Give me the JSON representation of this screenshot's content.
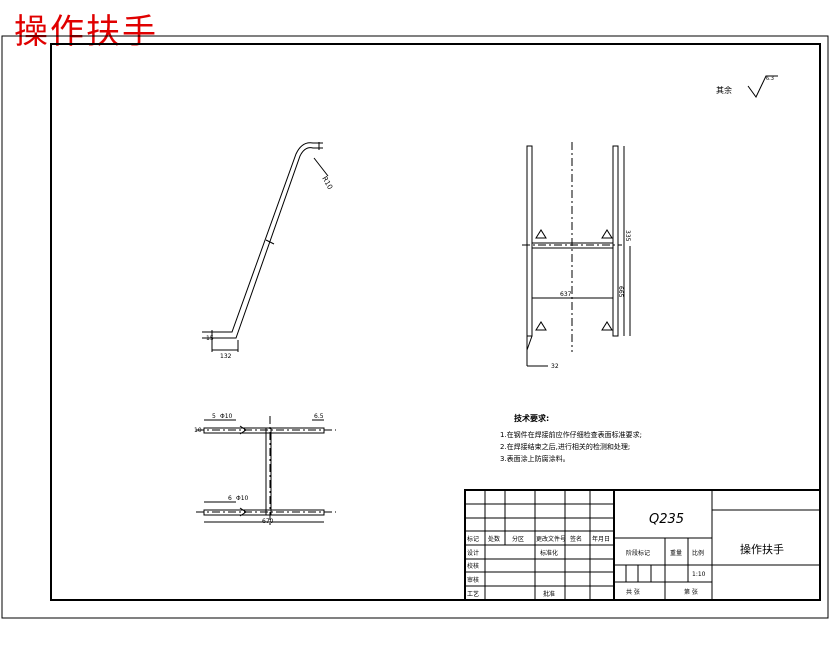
{
  "page": {
    "title": "操作扶手"
  },
  "drawing": {
    "surface_finish": {
      "label": "其余",
      "value": "6.3"
    },
    "dims": {
      "side_radius": "R10",
      "side_height": "15",
      "side_length": "132",
      "front_width": "637",
      "front_h1": "335",
      "front_h2": "665",
      "front_bottom": "32",
      "top_a": "10",
      "top_b": "Φ10",
      "top_c": "5",
      "top_d": "6.5",
      "top_bottom_a": "6",
      "top_bottom_b": "Φ10",
      "top_length": "670"
    },
    "notes": {
      "heading": "技术要求:",
      "items": [
        "1.在钢件在焊接前应作仔细检查表面标准要求;",
        "2.在焊接结束之后,进行相关的检测和处理;",
        "3.表面涂上防腐涂料。"
      ]
    }
  },
  "title_block": {
    "material": "Q235",
    "part_name": "操作扶手",
    "headers": [
      "标记",
      "处数",
      "分区",
      "更改文件号",
      "签名",
      "年月日"
    ],
    "rows": [
      "设计",
      "校核",
      "审核",
      "工艺"
    ],
    "std_label": "标准化",
    "approve_label": "批准",
    "stage_label": "阶段标记",
    "weight_label": "重量",
    "scale_label": "比例",
    "scale_value": "1:10",
    "sheets_label": "共 张",
    "sheet_label": "第 张"
  }
}
